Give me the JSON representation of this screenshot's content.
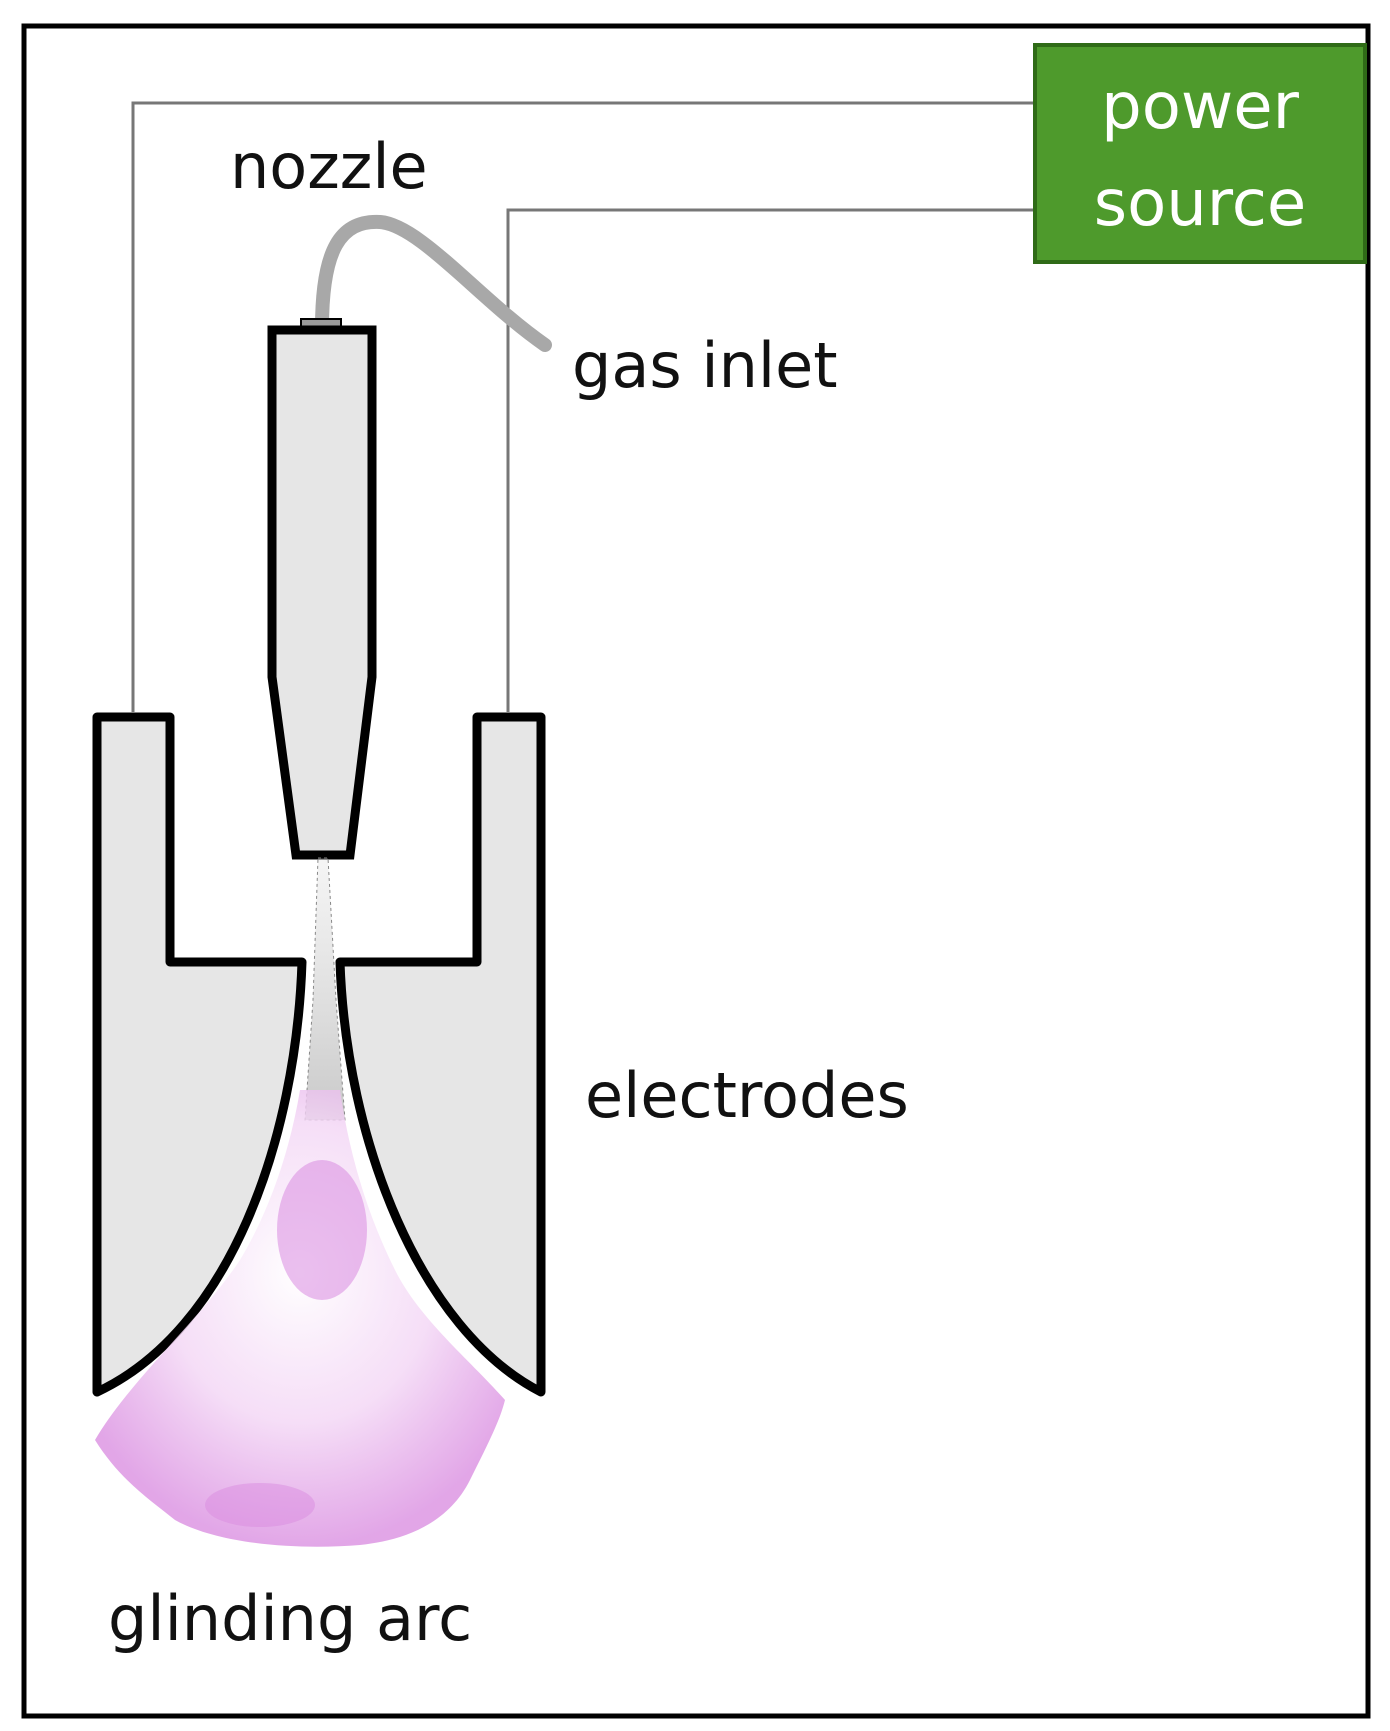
{
  "labels": {
    "nozzle": "nozzle",
    "gas_inlet": "gas inlet",
    "electrodes": "electrodes",
    "arc": "glinding arc",
    "power_line1": "power",
    "power_line2": "source"
  },
  "colors": {
    "power_box": "#4e9a2c",
    "power_box_border": "#2f6b17",
    "body_fill": "#e6e6e6",
    "wire": "#777777",
    "gas_tube": "#a8a8a8",
    "outline": "#000000",
    "plasma": "#d98be0"
  }
}
